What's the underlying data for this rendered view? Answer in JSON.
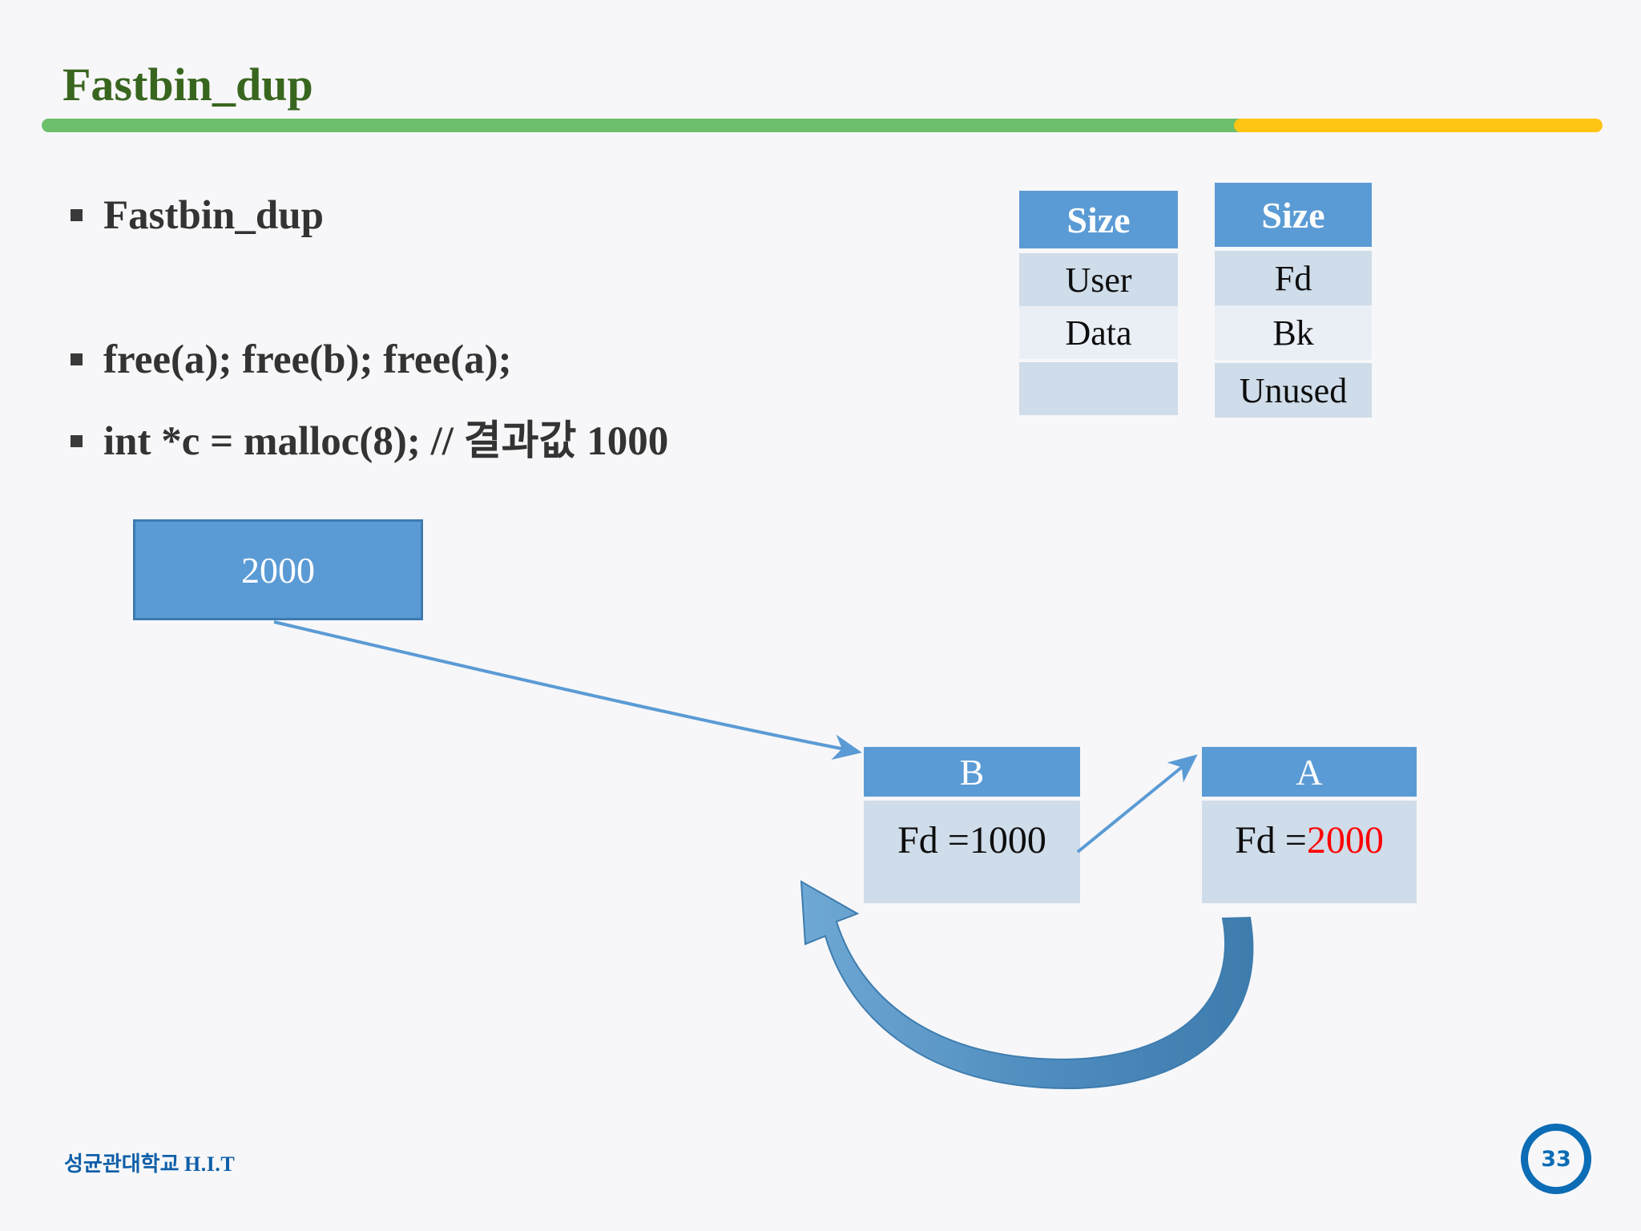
{
  "slide": {
    "title": "Fastbin_dup",
    "background_color": "#F7F7F9",
    "title_color": "#39661F",
    "accent_green": "#6CBF6B",
    "accent_yellow": "#FFC514",
    "accent_blue": "#5B9BD5",
    "highlight_red": "#FF0000"
  },
  "bullets": [
    {
      "text": "Fastbin_dup"
    },
    {
      "text": "free(a); free(b); free(a);"
    },
    {
      "pre": "int *c = malloc(8); // ",
      "ko": "결과값",
      "post": " 1000"
    }
  ],
  "chunk_tables": [
    {
      "name": "allocated-chunk",
      "header": "Size",
      "rows": [
        "User",
        "Data",
        ""
      ]
    },
    {
      "name": "freed-chunk",
      "header": "Size",
      "rows": [
        "Fd",
        "Bk",
        "Unused"
      ]
    }
  ],
  "pointer_box": {
    "label": "2000"
  },
  "nodes": [
    {
      "name": "b",
      "header": "B",
      "body_prefix": "Fd = ",
      "body_value": "1000",
      "body_value_highlighted": false
    },
    {
      "name": "a",
      "header": "A",
      "body_prefix": "Fd = ",
      "body_value": "2000",
      "body_value_highlighted": true
    }
  ],
  "arrows": [
    {
      "name": "pointer-to-b",
      "style": "thin",
      "color": "#5B9BD5"
    },
    {
      "name": "b-to-a",
      "style": "thin",
      "color": "#5B9BD5"
    },
    {
      "name": "a-to-b-loop",
      "style": "thick-curved",
      "color": "#3E7CAE"
    }
  ],
  "footer": {
    "logo_ko": "성균관대학교",
    "logo_en": "H.I.T",
    "page_number": "33"
  }
}
